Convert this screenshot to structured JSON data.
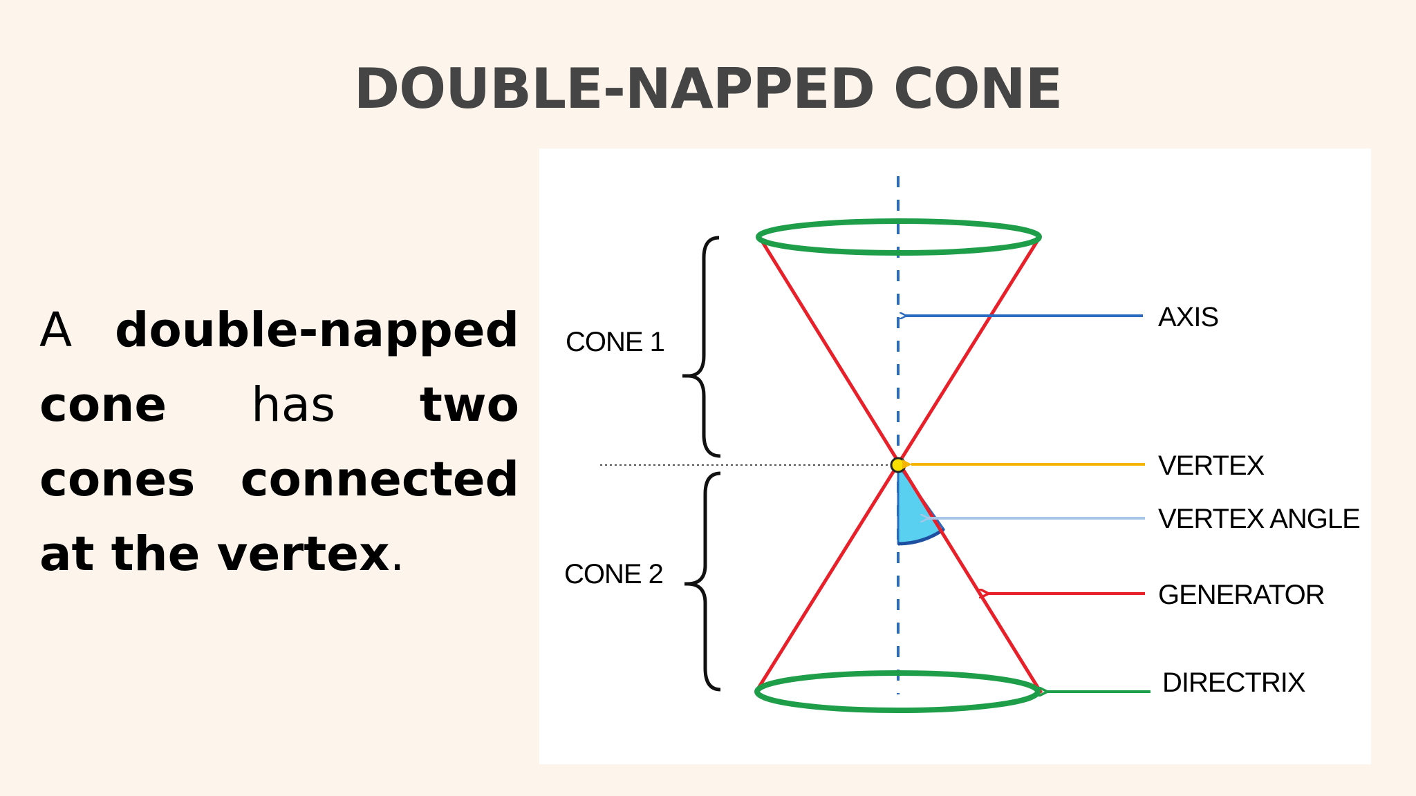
{
  "slide": {
    "title": "DOUBLE-NAPPED CONE",
    "body": {
      "part1": "A",
      "part2": "double-napped cone",
      "part3": "has",
      "part4": "two cones connected at the vertex",
      "part5": "."
    }
  },
  "diagram": {
    "labels": {
      "cone1": "CONE 1",
      "cone2": "CONE 2",
      "axis": "AXIS",
      "vertex": "VERTEX",
      "vertex_angle": "VERTEX ANGLE",
      "generator": "GENERATOR",
      "directrix": "DIRECTRIX"
    },
    "colors": {
      "generator": "#e8202a",
      "directrix": "#1f9e4a",
      "axis": "#2a6bbf",
      "vertex": "#f7e000",
      "vertex_arrow": "#f5b400",
      "angle_fill": "#5ad0f0",
      "angle_arrow": "#a8c6e8",
      "background": "#fdf4ec"
    }
  }
}
